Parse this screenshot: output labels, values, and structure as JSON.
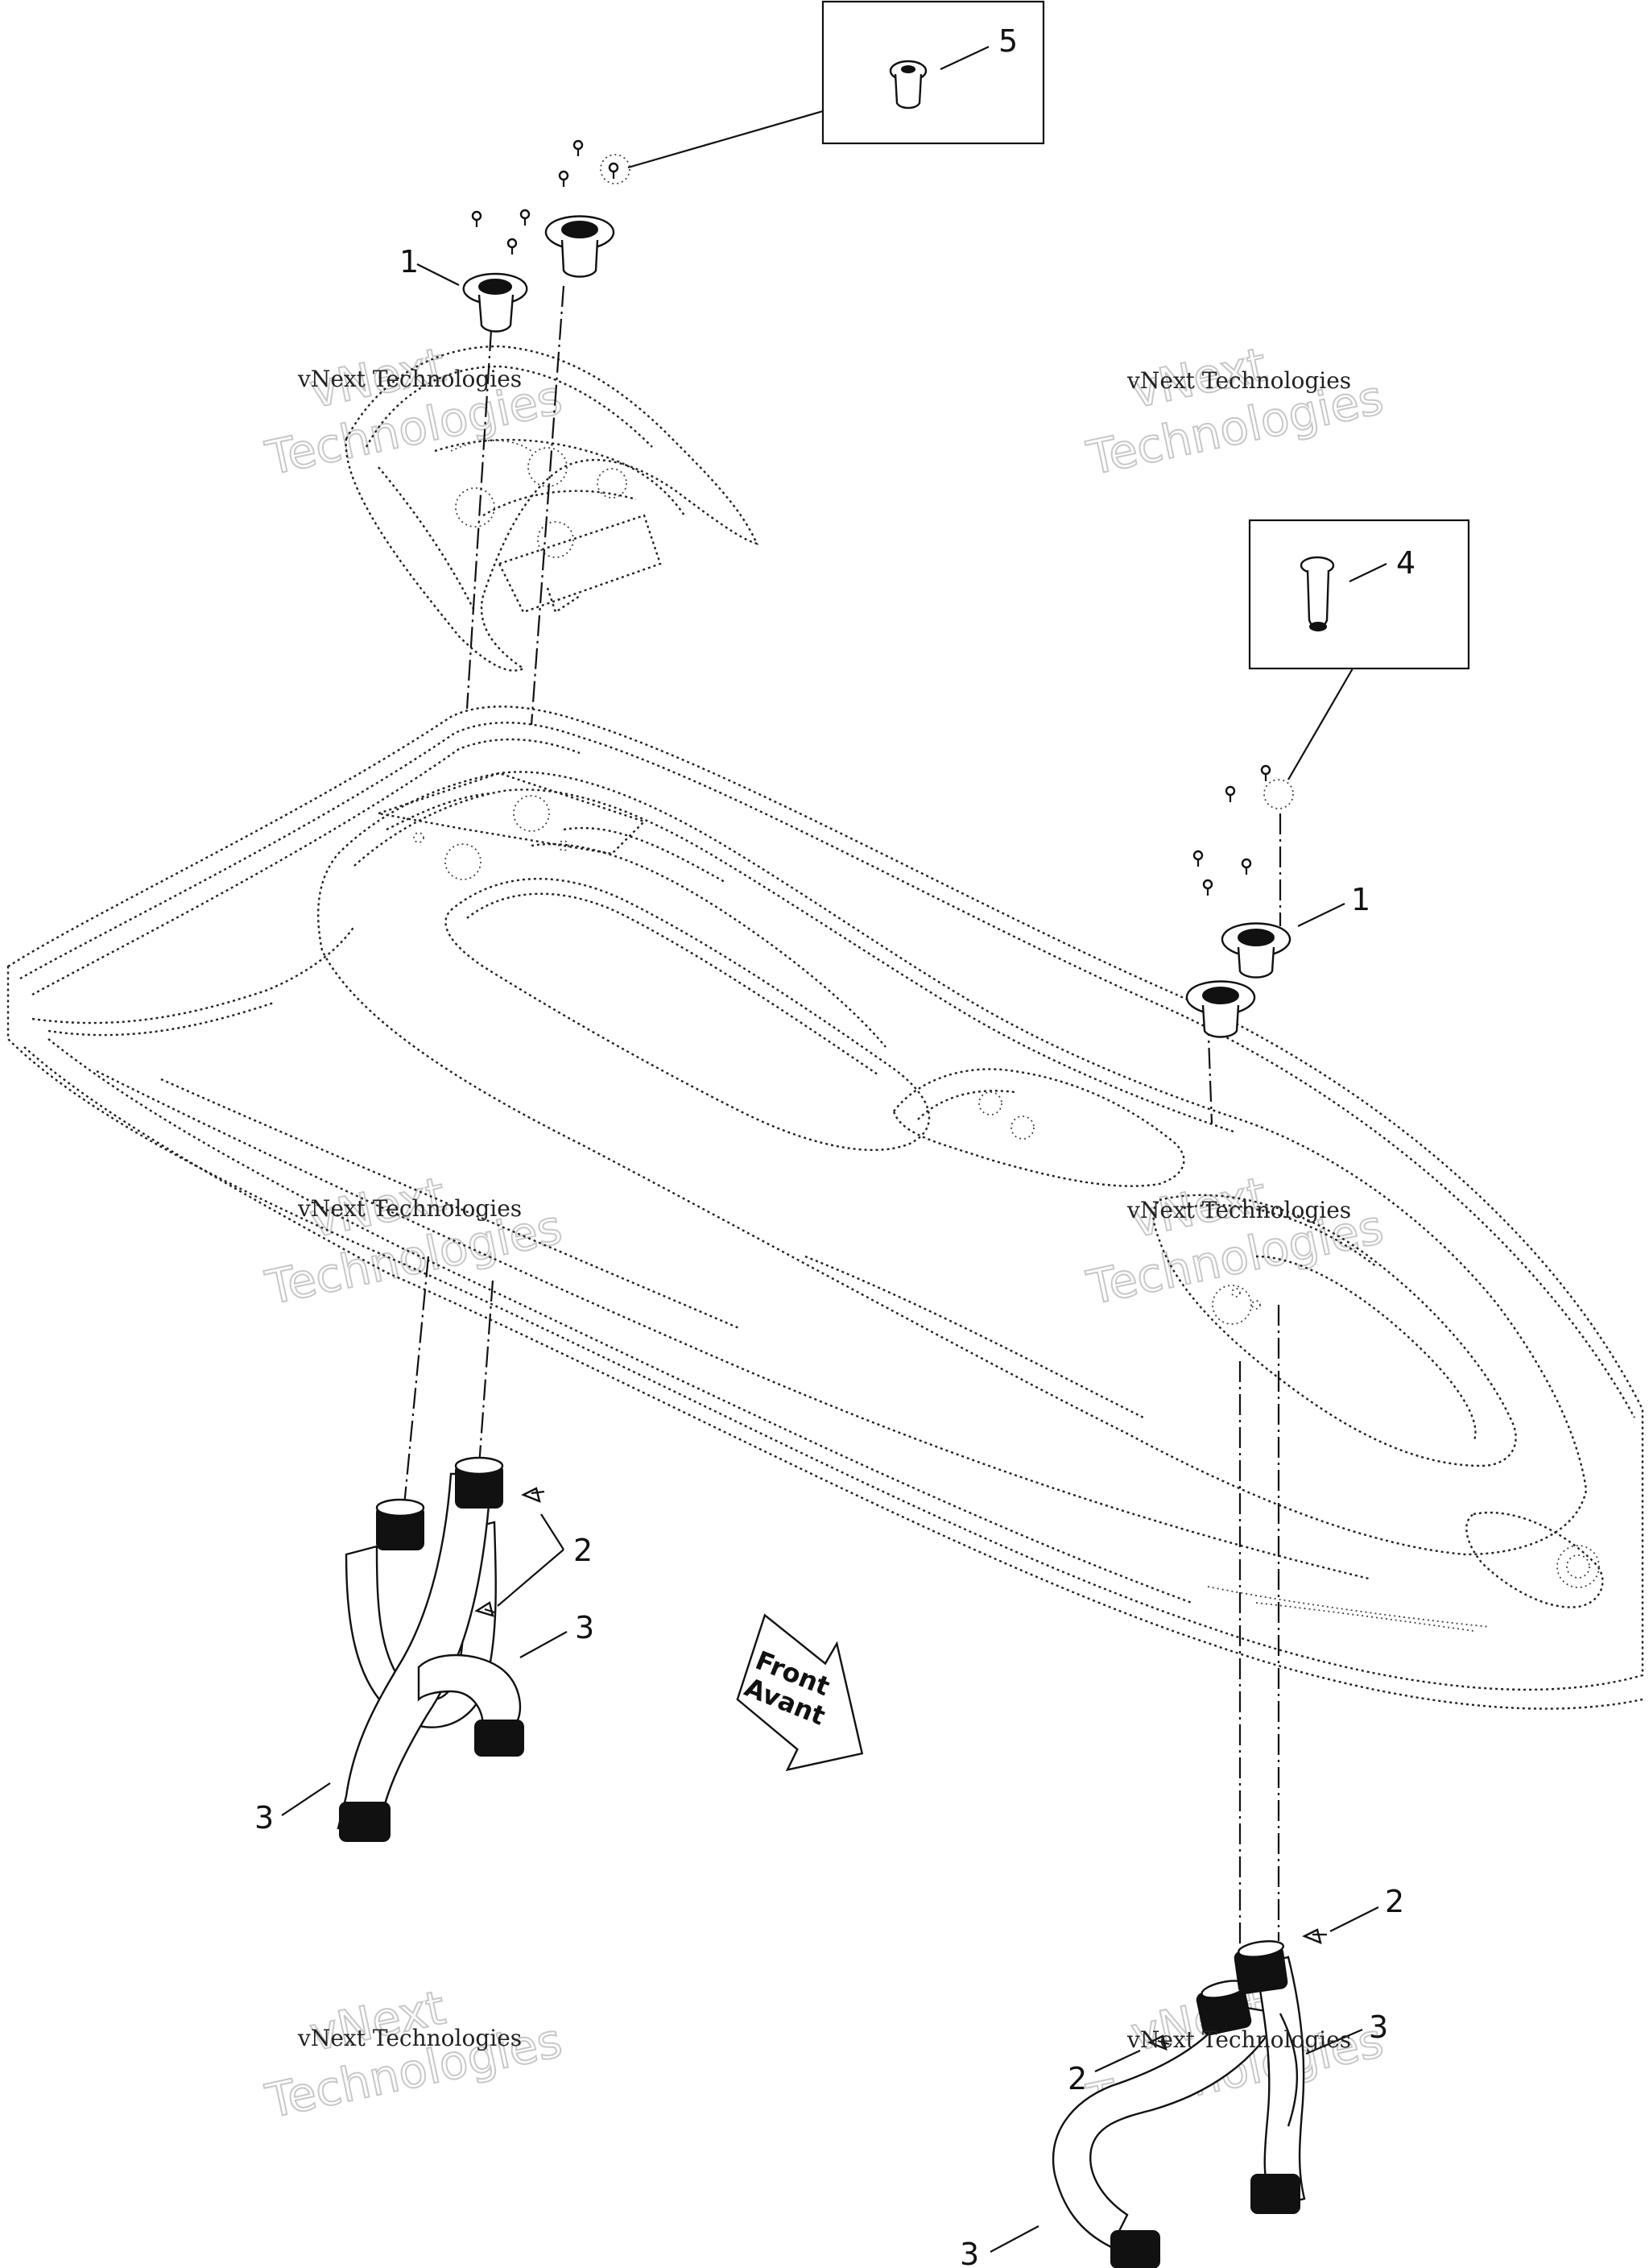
{
  "callouts": [
    {
      "id": "c1a",
      "label": "1"
    },
    {
      "id": "c1b",
      "label": "1"
    },
    {
      "id": "c2a",
      "label": "2"
    },
    {
      "id": "c2b",
      "label": "2"
    },
    {
      "id": "c2c",
      "label": "2"
    },
    {
      "id": "c3a",
      "label": "3"
    },
    {
      "id": "c3b",
      "label": "3"
    },
    {
      "id": "c3c",
      "label": "3"
    },
    {
      "id": "c3d",
      "label": "3"
    },
    {
      "id": "c4",
      "label": "4"
    },
    {
      "id": "c5",
      "label": "5"
    }
  ],
  "direction_arrow": {
    "line1": "Front",
    "line2": "Avant"
  },
  "watermark": {
    "small": "vNext Technologies",
    "big_line1": "vNext",
    "big_line2": "Technologies"
  }
}
